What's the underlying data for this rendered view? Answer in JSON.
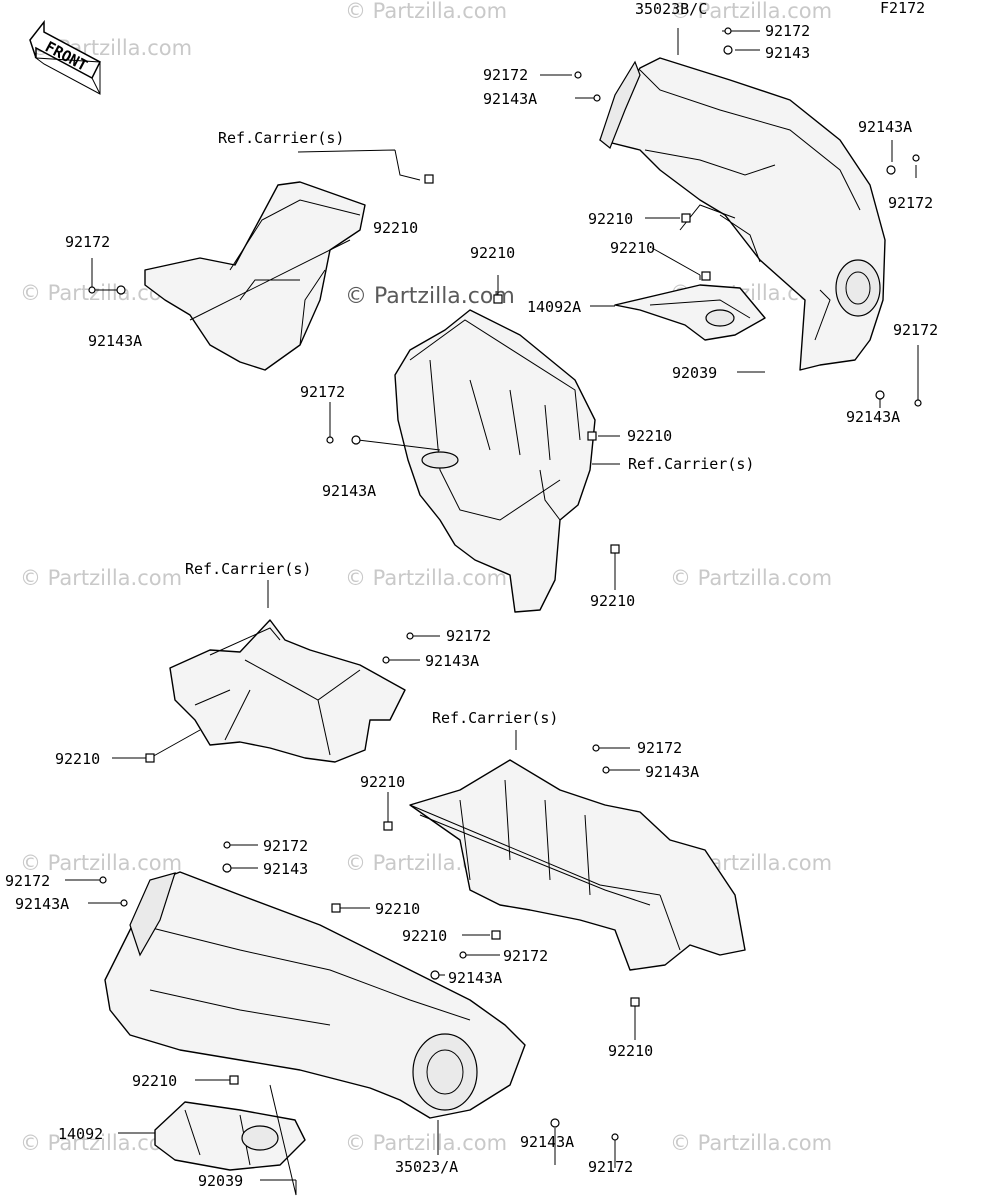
{
  "figure_code": "F2172",
  "front_label": "FRONT",
  "watermark": "© Partzilla.com",
  "labels": {
    "l_35023bc": "35023B/C",
    "l_92172_a": "92172",
    "l_92143_a": "92143",
    "l_92172_b": "92172",
    "l_92143a_b": "92143A",
    "l_92143a_c": "92143A",
    "l_92172_c": "92172",
    "l_refc1": "Ref.Carrier(s)",
    "l_92210_a": "92210",
    "l_92210_b": "92210",
    "l_92172_d": "92172",
    "l_92143a_d": "92143A",
    "l_92210_c": "92210",
    "l_92210_d": "92210",
    "l_14092a": "14092A",
    "l_92172_e": "92172",
    "l_92039_a": "92039",
    "l_92143a_e": "92143A",
    "l_92210_e": "92210",
    "l_refc2": "Ref.Carrier(s)",
    "l_92172_f": "92172",
    "l_92143a_f": "92143A",
    "l_92210_f": "92210",
    "l_refc3": "Ref.Carrier(s)",
    "l_92172_g": "92172",
    "l_92143a_g": "92143A",
    "l_92210_g": "92210",
    "l_refc4": "Ref.Carrier(s)",
    "l_92172_h": "92172",
    "l_92143a_h": "92143A",
    "l_92210_h": "92210",
    "l_92172_i": "92172",
    "l_92143_i": "92143",
    "l_92172_j": "92172",
    "l_92143a_j": "92143A",
    "l_92210_i": "92210",
    "l_92210_j": "92210",
    "l_92172_k": "92172",
    "l_92143a_k": "92143A",
    "l_92210_k": "92210",
    "l_92210_l": "92210",
    "l_14092": "14092",
    "l_92039_b": "92039",
    "l_35023a": "35023/A",
    "l_92143a_l": "92143A",
    "l_92172_l": "92172"
  }
}
